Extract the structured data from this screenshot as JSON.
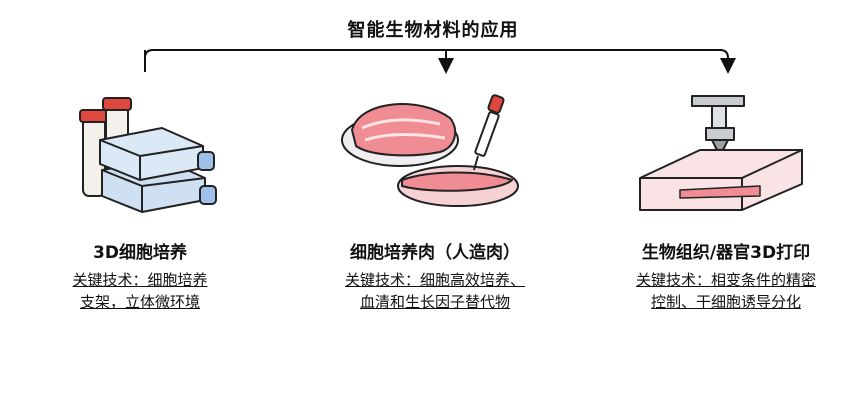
{
  "title": "智能生物材料的应用",
  "columns": [
    {
      "heading": "3D细胞培养",
      "desc_line1": "关键技术：细胞培养",
      "desc_line2": "支架，立体微环境",
      "icon": "culture-flask-icon"
    },
    {
      "heading": "细胞培养肉（人造肉）",
      "desc_line1": "关键技术：细胞高效培养、",
      "desc_line2": "血清和生长因子替代物",
      "icon": "cultured-meat-icon"
    },
    {
      "heading": "生物组织/器官3D打印",
      "desc_line1": "关键技术：相变条件的精密",
      "desc_line2": "控制、干细胞诱导分化",
      "icon": "bioprinter-icon"
    }
  ],
  "colors": {
    "flask_blue": "#cfe0f2",
    "cap_red": "#e0473f",
    "meat_pink": "#f08c93",
    "dish_pink": "#f7d2d5",
    "printer_grey": "#c8ccd0"
  }
}
